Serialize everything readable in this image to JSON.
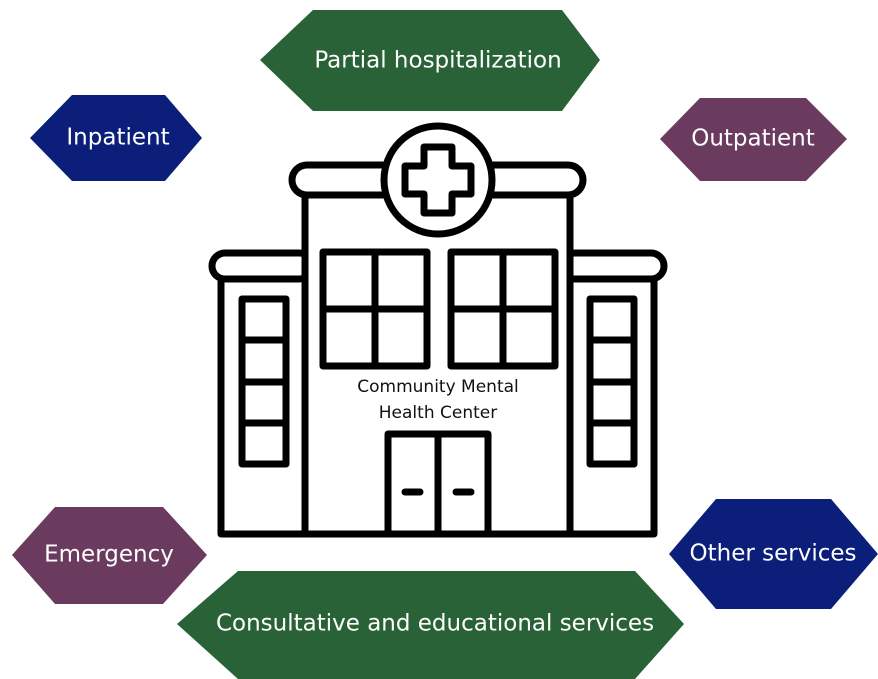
{
  "diagram": {
    "center": {
      "line1": "Community Mental",
      "line2": "Health Center",
      "icon": "hospital-building-icon"
    },
    "services": {
      "partial_hospitalization": {
        "label": "Partial hospitalization",
        "color": "#2a6238"
      },
      "inpatient": {
        "label": "Inpatient",
        "color": "#0b1f7a"
      },
      "outpatient": {
        "label": "Outpatient",
        "color": "#6b3a5f"
      },
      "emergency": {
        "label": "Emergency",
        "color": "#6b3a5f"
      },
      "other_services": {
        "label": "Other services",
        "color": "#0b1f7a"
      },
      "consultative": {
        "label": "Consultative and educational services",
        "color": "#2a6238"
      }
    }
  }
}
